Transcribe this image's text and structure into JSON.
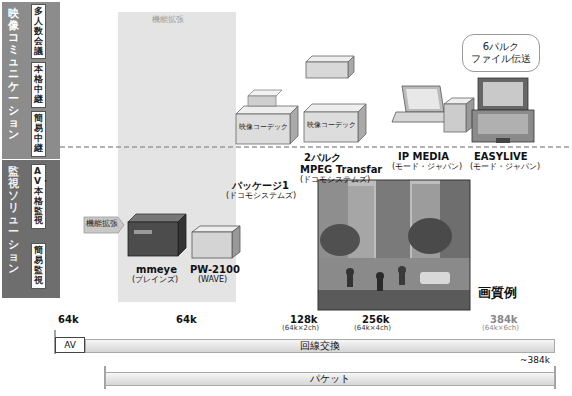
{
  "diagram": {
    "nodes": [
      {
        "text": [
          "映像コミュニケーション"
        ]
      },
      {
        "text": [
          "多人数会議"
        ],
        "in": 0
      },
      {
        "text": [
          "本格中継"
        ],
        "in": 0
      },
      {
        "text": [
          "簡易中継"
        ],
        "in": 0
      },
      {
        "text": [
          "監視ソリューション"
        ]
      },
      {
        "text": [
          "AV・本格監視"
        ],
        "in": 4
      },
      {
        "text": [
          "簡易監視"
        ],
        "in": 4
      },
      {
        "text": [
          "6パルク ファイル伝送"
        ]
      },
      {
        "text": [
          "AV"
        ]
      },
      {
        "text": [
          "回線交換"
        ]
      },
      {
        "text": [
          "パケット"
        ]
      }
    ],
    "labels": [
      "機能拡張",
      "映像コーデック",
      "映像コーデック",
      "パッケージ1",
      "(ドコモシステムズ)",
      "2パルク",
      "MPEG Transfar",
      "(ドコモシステムズ)",
      "IP MEDIA",
      "(モード・ジャパン)",
      "EASYLIVE",
      "(モード・ジャパン)",
      "機能拡張",
      "mmeye",
      "(ブレインズ)",
      "PW-2100",
      "(WAVE)",
      "画質例",
      "64k",
      "64k",
      "128k",
      "(64k×2ch)",
      "256k",
      "(64k×4ch)",
      "384k",
      "(64k×6ch)",
      "~384k"
    ]
  }
}
